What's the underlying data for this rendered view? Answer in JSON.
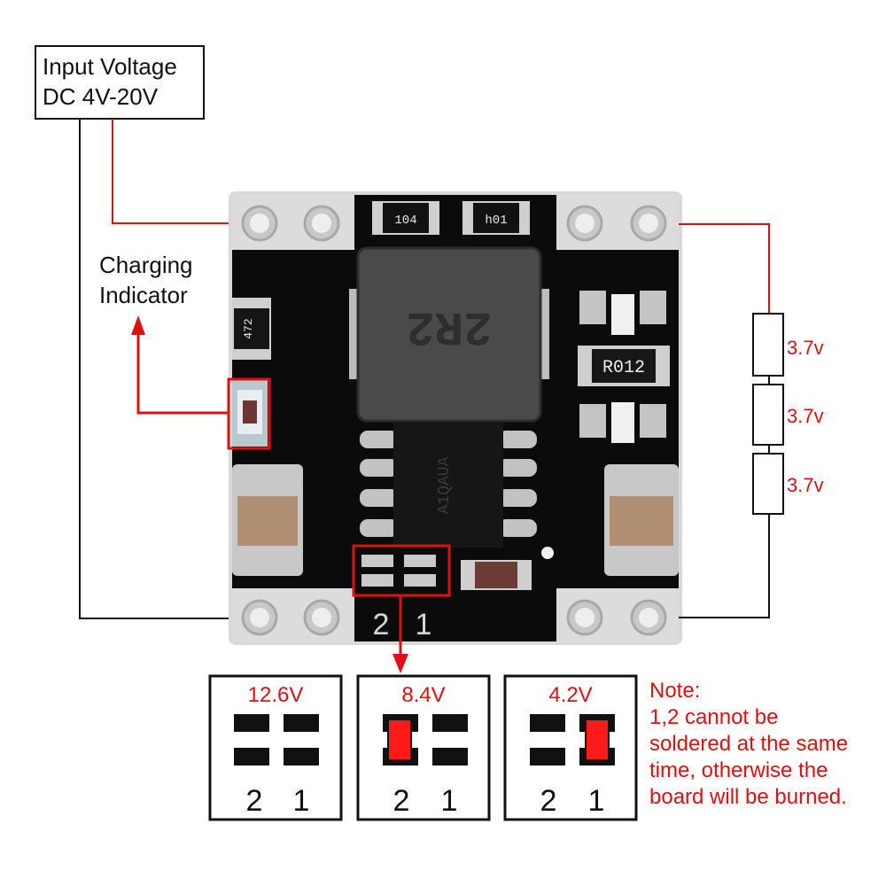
{
  "input_box": {
    "line1": "Input Voltage",
    "line2": "DC 4V-20V"
  },
  "charging_indicator": {
    "line1": "Charging",
    "line2": "Indicator"
  },
  "board": {
    "resistor_104": "104",
    "resistor_104b": "h01",
    "inductor_marking": "2R2",
    "resistor_472": "472",
    "sense_resistor": "R012",
    "ic_marking": "A1QAUA",
    "pad_labels": [
      "2",
      "1"
    ]
  },
  "battery_cells": [
    "3.7v",
    "3.7v",
    "3.7v"
  ],
  "options": [
    {
      "voltage": "12.6V",
      "jumper": "none",
      "pads": [
        "2",
        "1"
      ]
    },
    {
      "voltage": "8.4V",
      "jumper": "2",
      "pads": [
        "2",
        "1"
      ]
    },
    {
      "voltage": "4.2V",
      "jumper": "1",
      "pads": [
        "2",
        "1"
      ]
    }
  ],
  "note": {
    "line1": "Note:",
    "line2": "1,2 cannot be",
    "line3": "soldered at the same",
    "line4": "time, otherwise the",
    "line5": "board will be burned."
  },
  "colors": {
    "accent_red": "#e01010",
    "pcb_black": "#0b0b0b",
    "pad_silver": "#d6d6d6"
  }
}
